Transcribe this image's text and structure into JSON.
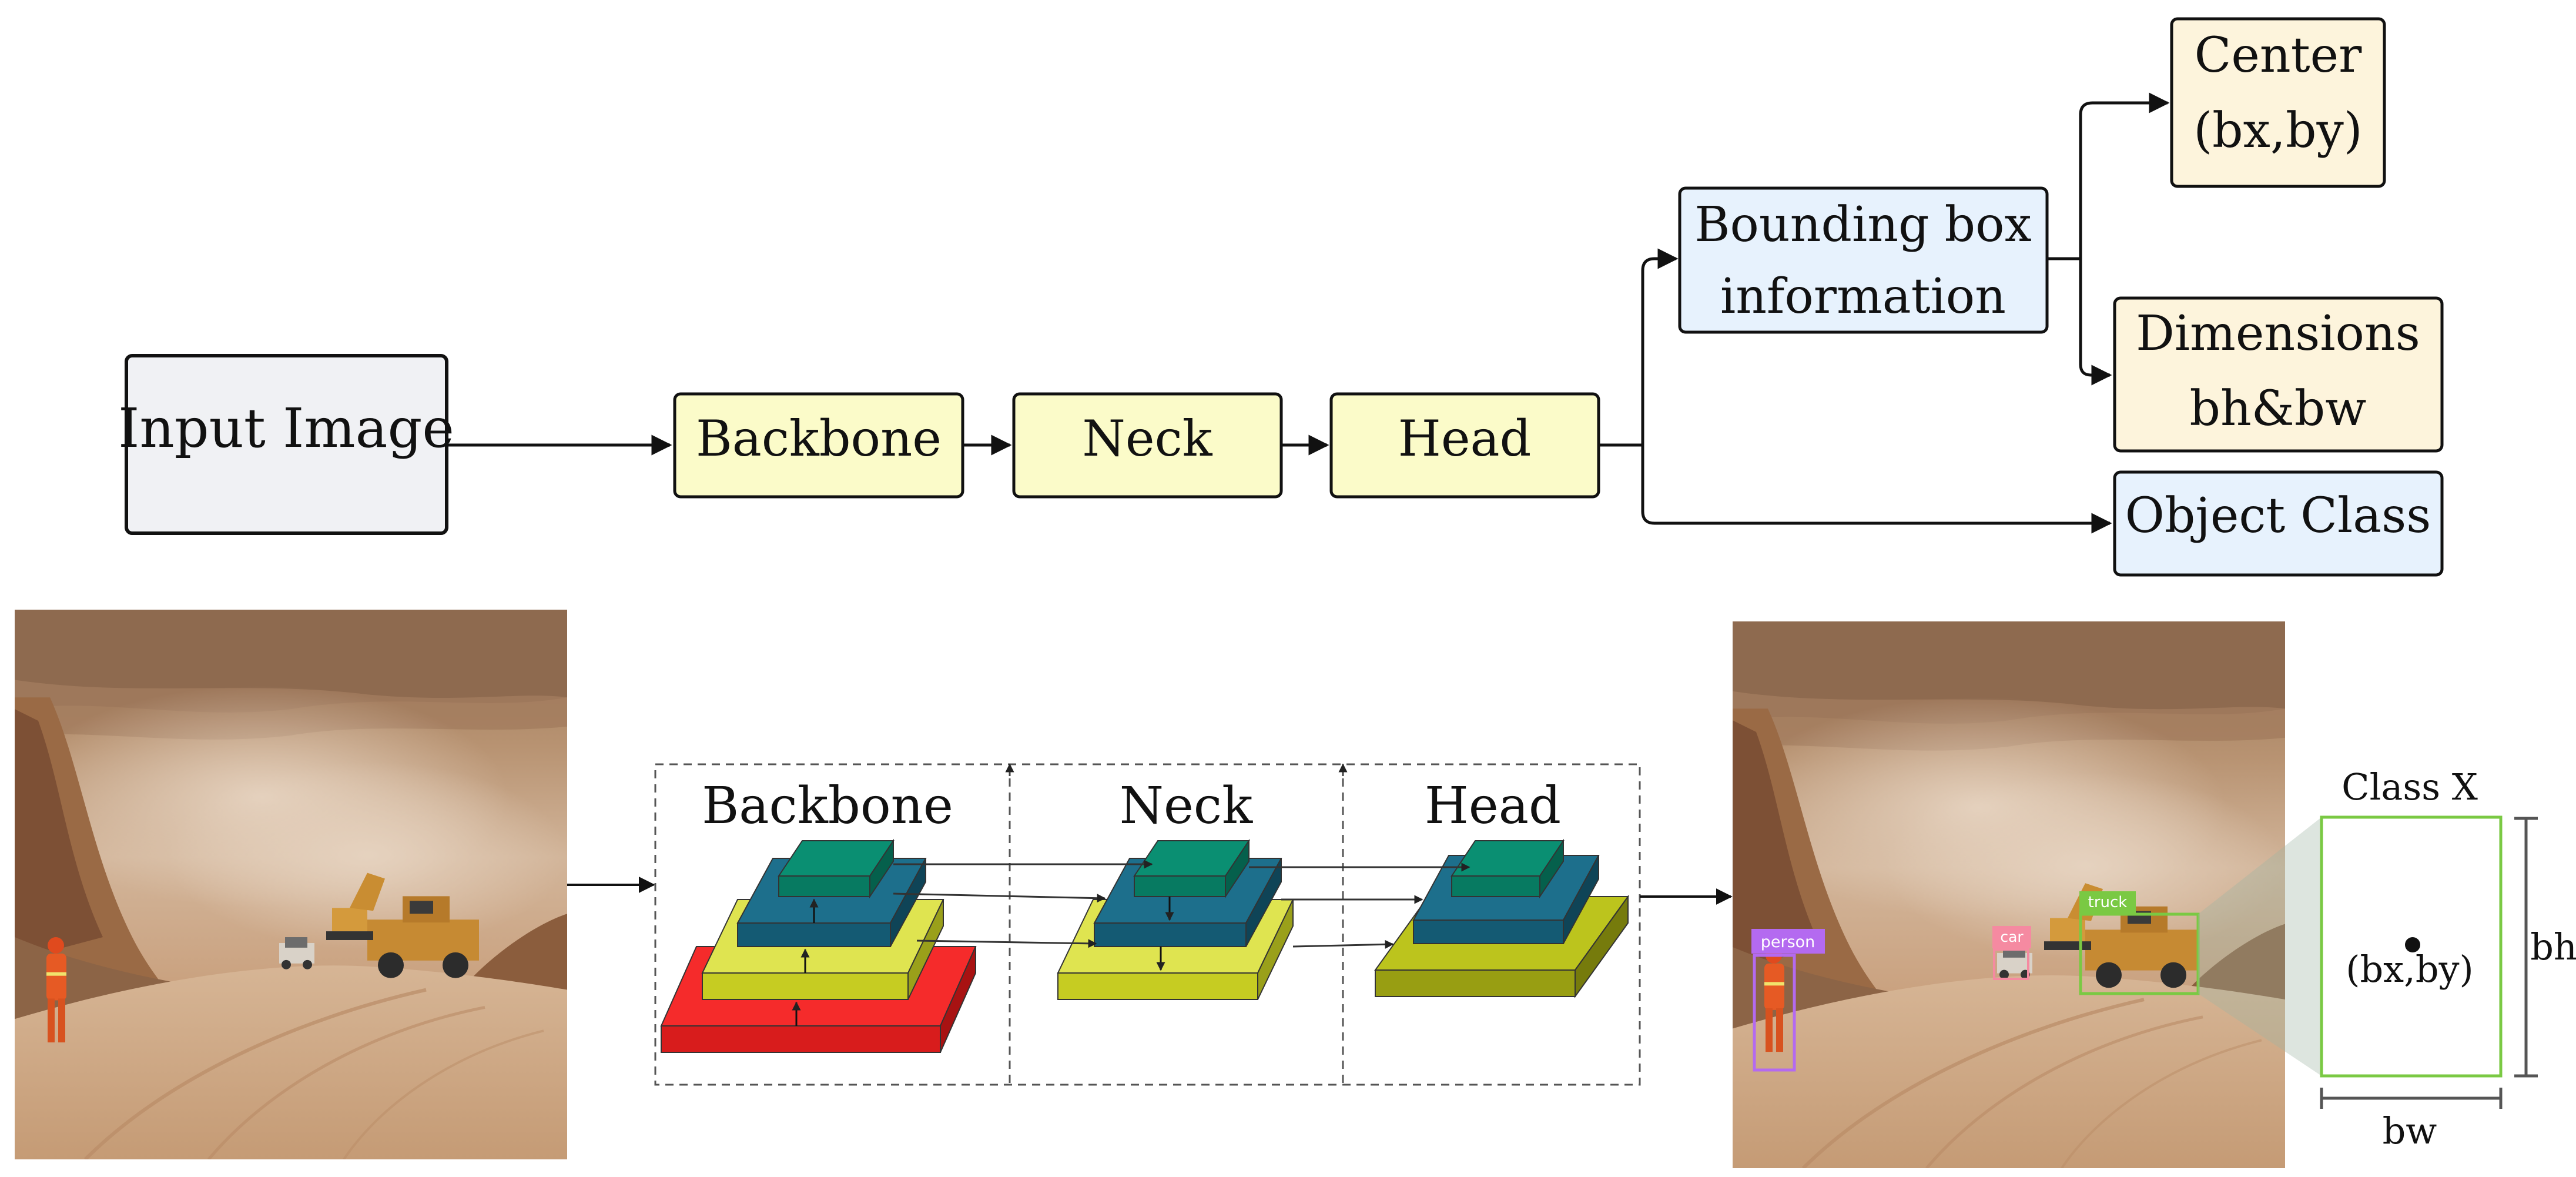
{
  "flow": {
    "input_image": "Input Image",
    "backbone": "Backbone",
    "neck": "Neck",
    "head": "Head",
    "bbox_line1": "Bounding box",
    "bbox_line2": "information",
    "center_line1": "Center",
    "center_line2": "(bx,by)",
    "dimensions_line1": "Dimensions",
    "dimensions_line2": "bh&bw",
    "object_class": "Object Class"
  },
  "architecture": {
    "backbone": "Backbone",
    "neck": "Neck",
    "head": "Head"
  },
  "detections": {
    "person": "person",
    "car": "car",
    "truck": "truck"
  },
  "zoom": {
    "class_label": "Class X",
    "center_label": "(bx,by)",
    "height_label": "bh",
    "width_label": "bw"
  },
  "colors": {
    "input_box": "#f0f1f4",
    "stage_box": "#fbfbc9",
    "info_box": "#e7f2fd",
    "output_box": "#fdf4dc",
    "red_layer": "#f52b2b",
    "yellow_layer": "#d9df45",
    "teal_layer": "#1d6f8c",
    "green_layer": "#0a8f72",
    "olive_layer": "#bcc41d",
    "detection_green": "#7ac943",
    "person_purple": "#b46af0",
    "car_pink": "#f58aa1"
  }
}
